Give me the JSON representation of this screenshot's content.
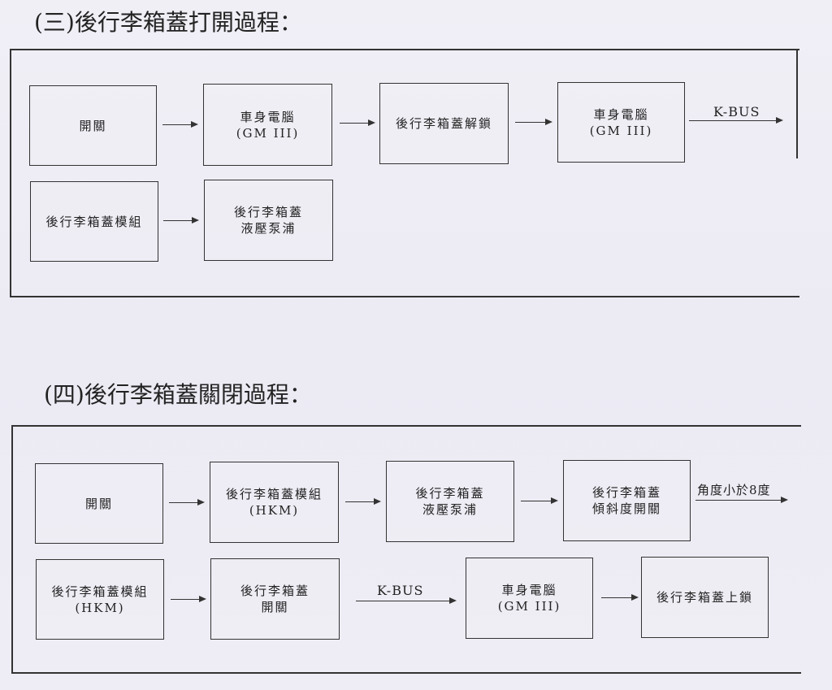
{
  "section3": {
    "title": "(三)後行李箱蓋打開過程：",
    "row1": [
      {
        "line1": "開關",
        "line2": ""
      },
      {
        "line1": "車身電腦",
        "line2": "(GM III)"
      },
      {
        "line1": "後行李箱蓋解鎖",
        "line2": ""
      },
      {
        "line1": "車身電腦",
        "line2": "(GM III)"
      }
    ],
    "row1_end_label": "K-BUS",
    "row2": [
      {
        "line1": "後行李箱蓋模組",
        "line2": ""
      },
      {
        "line1": "後行李箱蓋",
        "line2": "液壓泵浦"
      }
    ]
  },
  "section4": {
    "title": "(四)後行李箱蓋關閉過程：",
    "row1": [
      {
        "line1": "開關",
        "line2": ""
      },
      {
        "line1": "後行李箱蓋模組",
        "line2": "(HKM)"
      },
      {
        "line1": "後行李箱蓋",
        "line2": "液壓泵浦"
      },
      {
        "line1": "後行李箱蓋",
        "line2": "傾斜度開關"
      }
    ],
    "row1_end_label": "角度小於8度",
    "row2": [
      {
        "line1": "後行李箱蓋模組",
        "line2": "(HKM)"
      },
      {
        "line1": "後行李箱蓋",
        "line2": "開關"
      },
      {
        "line1": "車身電腦",
        "line2": "(GM III)"
      },
      {
        "line1": "後行李箱蓋上鎖",
        "line2": ""
      }
    ],
    "row2_mid_label": "K-BUS"
  }
}
